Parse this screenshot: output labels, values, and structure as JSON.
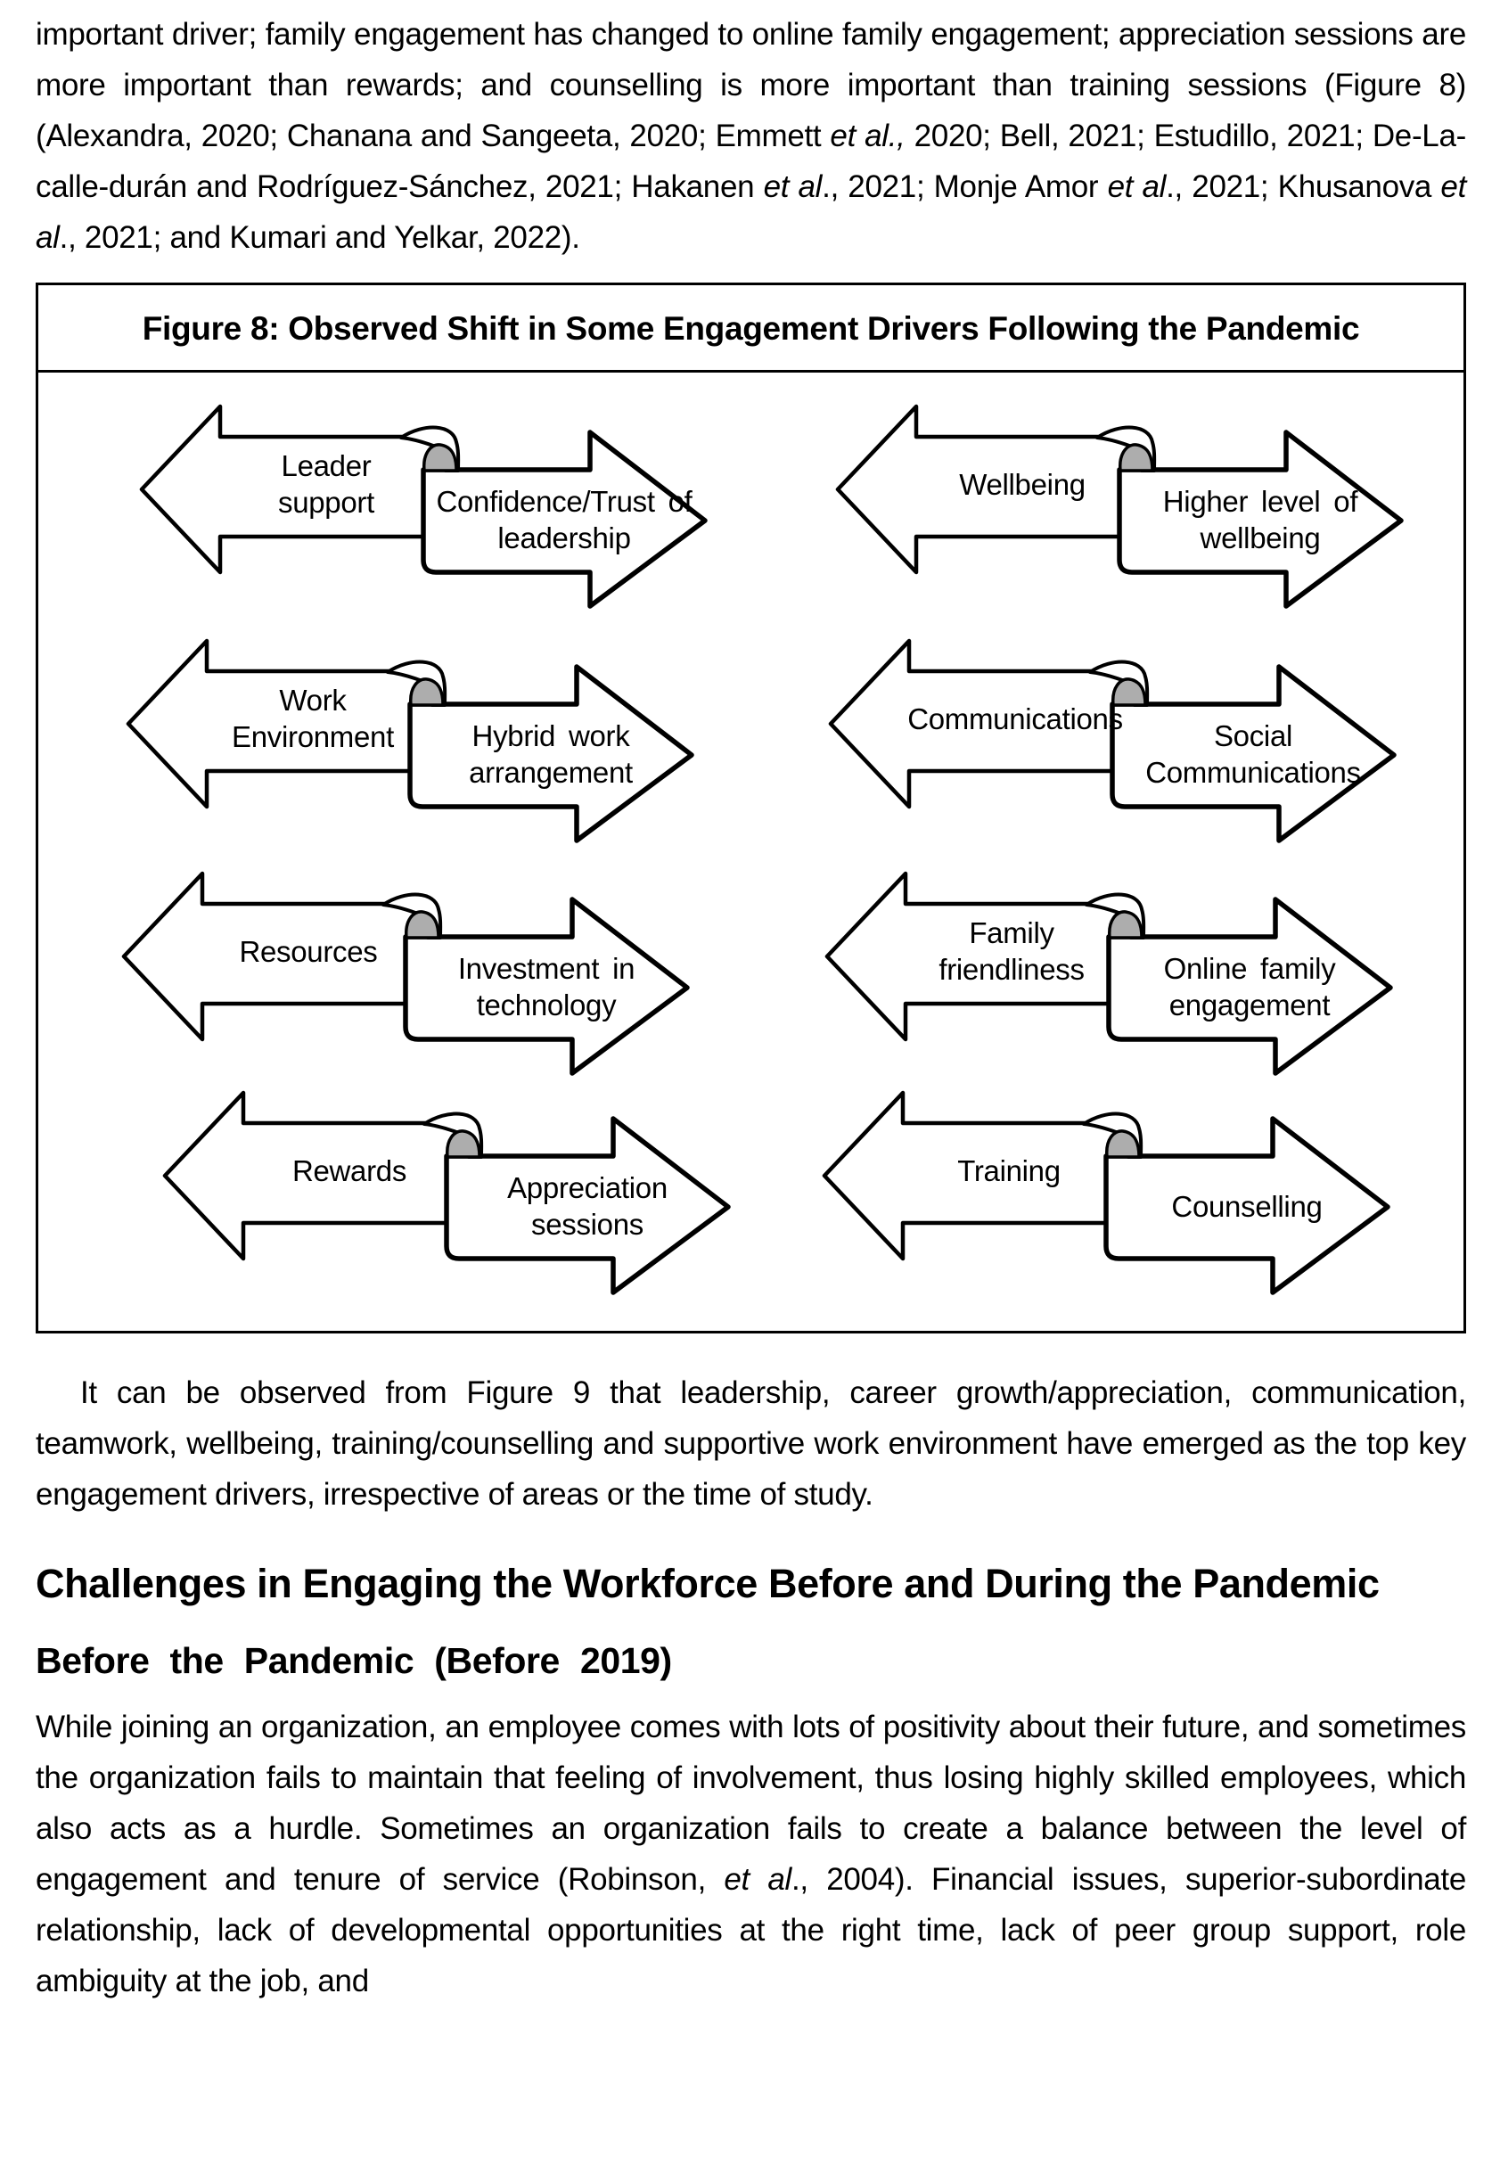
{
  "page": {
    "background": "#ffffff",
    "text_color": "#000000"
  },
  "paragraph_top": {
    "segments": [
      {
        "t": "important driver; family engagement has changed to online family engagement; appreciation sessions are more important than rewards; and counselling is more important than training sessions (Figure 8) (Alexandra, 2020; Chanana and Sangeeta, 2020; Emmett "
      },
      {
        "t": "et al.,",
        "i": true
      },
      {
        "t": " 2020; Bell, 2021; Estudillo, 2021; De-La-calle-durán and Rodríguez-Sánchez, 2021; Hakanen "
      },
      {
        "t": "et al",
        "i": true
      },
      {
        "t": "., 2021; Monje Amor "
      },
      {
        "t": "et al",
        "i": true
      },
      {
        "t": "., 2021; Khusanova "
      },
      {
        "t": "et al",
        "i": true
      },
      {
        "t": "., 2021; and Kumari and Yelkar, 2022)."
      }
    ]
  },
  "figure": {
    "title": "Figure 8: Observed Shift in Some Engagement Drivers Following the Pandemic",
    "curl_color": "#adadad",
    "arrow_fill": "#ffffff",
    "arrow_stroke": "#000000",
    "pairs": [
      {
        "before": "Leader support",
        "after": "Confidence/Trust of leadership"
      },
      {
        "before": "Wellbeing",
        "after": "Higher level of wellbeing"
      },
      {
        "before": "Work Environment",
        "after": "Hybrid work arrangement"
      },
      {
        "before": "Communications",
        "after": "Social Communications"
      },
      {
        "before": "Resources",
        "after": "Investment in technology"
      },
      {
        "before": "Family friendliness",
        "after": "Online family engagement"
      },
      {
        "before": "Rewards",
        "after": "Appreciation sessions"
      },
      {
        "before": "Training",
        "after": "Counselling"
      }
    ]
  },
  "paragraph_figure9": {
    "text": "It can be observed from Figure 9 that leadership, career growth/appreciation, communication, teamwork, wellbeing, training/counselling and supportive work environment have emerged as the top key engagement drivers, irrespective of areas or the time of study."
  },
  "section": {
    "heading": "Challenges in Engaging the Workforce Before and During the Pandemic",
    "subheading": "Before the Pandemic (Before 2019)",
    "paragraph": {
      "segments": [
        {
          "t": "While joining an organization, an employee comes with lots of positivity about their future, and sometimes the organization fails to maintain that feeling of involvement, thus losing highly skilled employees, which also acts as a hurdle. Sometimes an organization fails to create a balance between the level of engagement and tenure of service (Robinson, "
        },
        {
          "t": "et al",
          "i": true
        },
        {
          "t": "., 2004). Financial issues, superior-subordinate relationship, lack of developmental opportunities at the right time, lack of peer group support, role ambiguity at the job, and"
        }
      ]
    }
  }
}
